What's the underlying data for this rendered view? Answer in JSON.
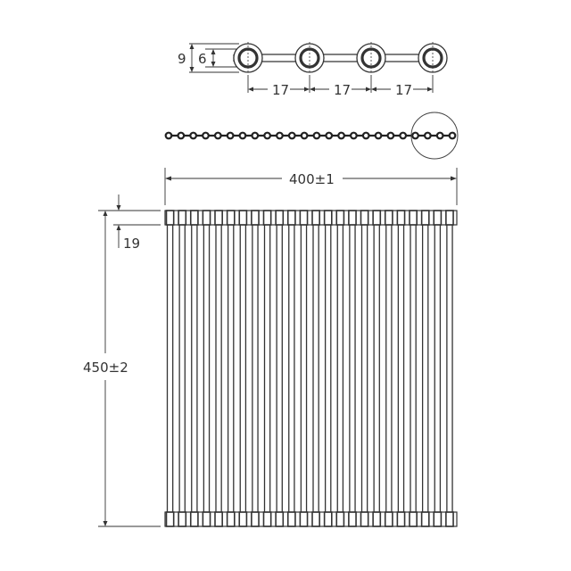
{
  "colors": {
    "background": "#ffffff",
    "stroke_dark": "#222222",
    "stroke_mid": "#555555",
    "text": "#333333"
  },
  "detail_view": {
    "outer_height_label": "9",
    "inner_height_label": "6",
    "pitch_labels": [
      "17",
      "17",
      "17"
    ],
    "ring_count": 4
  },
  "side_view": {
    "rod_count": 24,
    "detail_callout": "circle-callout"
  },
  "plan_view": {
    "width_label": "400±1",
    "height_label": "450±2",
    "end_band_label": "19",
    "rod_count": 24
  }
}
